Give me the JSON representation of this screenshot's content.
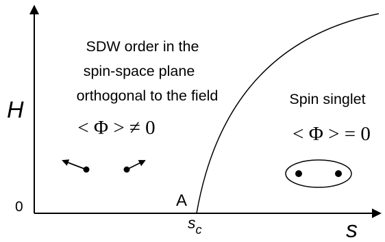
{
  "axes": {
    "y_label": "H",
    "x_label": "s",
    "origin_label": "0",
    "critical_point_label_main": "s",
    "critical_point_label_sub": "c"
  },
  "phase_boundary": {
    "point_label": "A"
  },
  "regions": {
    "left": {
      "lines": [
        "SDW order in the",
        "spin-space plane",
        "orthogonal to the field"
      ],
      "order_parameter": "< Φ > ≠ 0"
    },
    "right": {
      "title": "Spin singlet",
      "order_parameter": "< Φ > = 0"
    }
  },
  "colors": {
    "ink": "#000000",
    "background": "#ffffff"
  }
}
